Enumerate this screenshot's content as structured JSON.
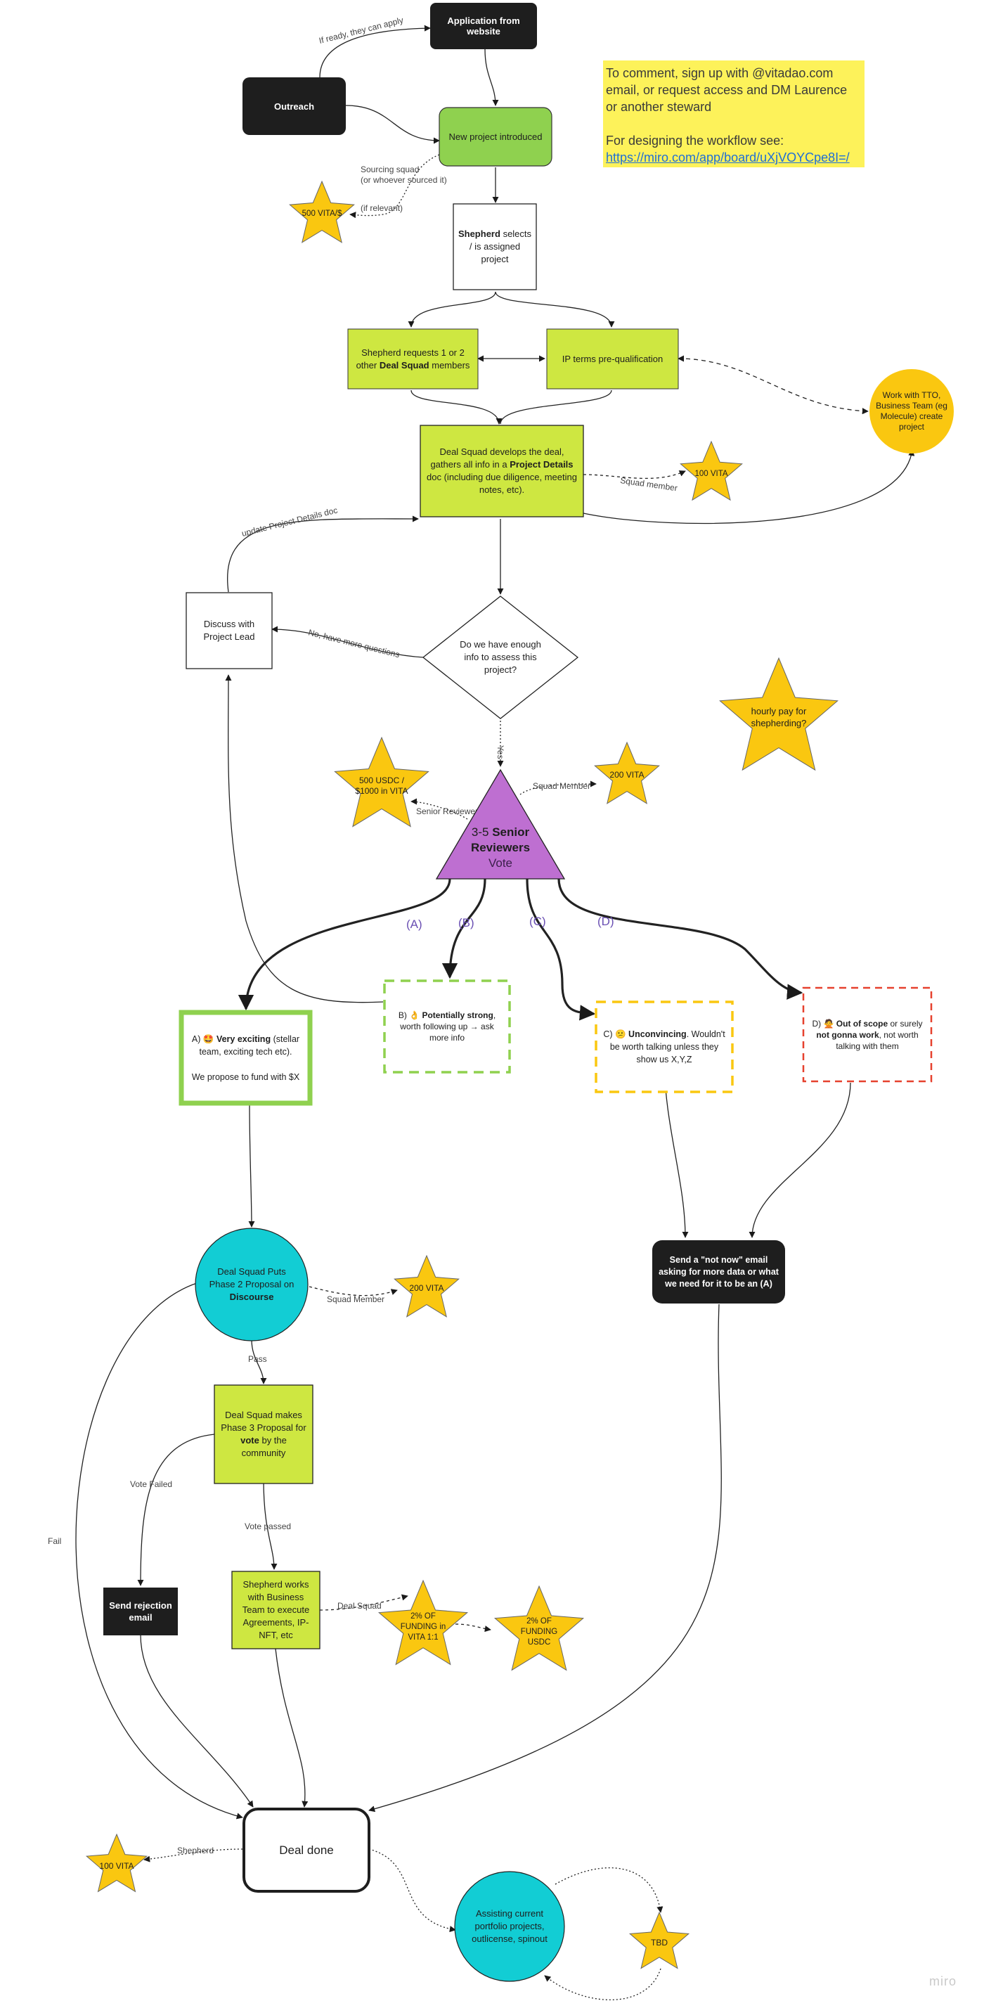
{
  "note": {
    "line1": "To comment, sign up with @vitadao.com email, or request access and DM Laurence or another steward",
    "line2_prefix": "For designing the workflow see:",
    "line2_link": "https://miro.com/app/board/uXjVOYCpe8I=/"
  },
  "nodes": {
    "application": "Application from website",
    "outreach": "Outreach",
    "new_project": "New project introduced",
    "shepherd_selects_bold": "Shepherd",
    "shepherd_selects_rest": "selects / is assigned project",
    "shepherd_requests_pre": "Shepherd requests 1 or 2 other",
    "shepherd_requests_bold": "Deal Squad",
    "shepherd_requests_post": "members",
    "ip_terms": "IP terms pre-qualification",
    "tto": "Work with TTO, Business Team (eg Molecule) create project",
    "tto_underlined": "Molecule",
    "deal_squad_develops_pre": "Deal Squad develops the deal, gathers all info in a",
    "deal_squad_develops_bold": "Project Details",
    "deal_squad_develops_post": "doc (including due diligence, meeting notes, etc).",
    "discuss": "Discuss with Project Lead",
    "enough_info": "Do we have enough info to assess this project?",
    "hourly_pay": "hourly pay for shepherding?",
    "senior_reviewers_pre": "3-5",
    "senior_reviewers_bold": "Senior Reviewers",
    "senior_reviewers_post": "Vote",
    "option_a_pre": "A) 🤩",
    "option_a_bold": "Very exciting",
    "option_a_post": "(stellar team, exciting tech etc).",
    "option_a_line2": "We propose to fund with $X",
    "option_b_pre": "B) 👌",
    "option_b_bold": "Potentially strong",
    "option_b_post": ", worth following up → ask more info",
    "option_c_pre": "C) 😕",
    "option_c_bold": "Unconvincing",
    "option_c_post": ". Wouldn't be worth talking unless they show us X,Y,Z",
    "option_d_pre": "D) 🙅",
    "option_d_bold1": "Out of scope",
    "option_d_mid": "or surely",
    "option_d_bold2": "not gonna work",
    "option_d_post": ", not worth talking with them",
    "not_now_email": "Send a \"not now\" email asking for more data or what we need for it to be an (A)",
    "phase2_pre": "Deal Squad Puts Phase 2 Proposal on",
    "phase2_bold": "Discourse",
    "phase3_pre": "Deal Squad makes Phase 3 Proposal for",
    "phase3_bold": "vote",
    "phase3_post": "by the community",
    "rejection": "Send rejection email",
    "shepherd_works": "Shepherd works with Business Team to execute Agreements, IP-NFT, etc",
    "deal_done": "Deal done",
    "assisting": "Assisting current portfolio projects, outlicense, spinout"
  },
  "stars": {
    "s500vita": "500 VITA/$",
    "s100vita_top": "100 VITA",
    "s500usdc": "500 USDC / $1000 in VITA",
    "s200vita_a": "200 VITA",
    "s200vita_b": "200 VITA",
    "s2pct_vita": "2% OF FUNDING in VITA 1:1",
    "s2pct_usdc": "2% OF FUNDING USDC",
    "s100vita_bottom": "100 VITA",
    "tbd": "TBD"
  },
  "edges": {
    "if_ready": "If ready, they can apply",
    "sourcing_squad": "Sourcing squad",
    "sourcing_squad2": "(or whoever sourced it)",
    "if_relevant": "(if relevant)",
    "squad_member_1": "Squad member",
    "update_doc": "update Project Details doc",
    "no_more_q": "No, have more questions",
    "yes": "Yes",
    "squad_member_2": "Squad Member",
    "senior_reviewer": "Senior Reviewer",
    "opt_a": "(A)",
    "opt_b": "(B)",
    "opt_c": "(C)",
    "opt_d": "(D)",
    "squad_member_3": "Squad Member",
    "pass": "Pass",
    "vote_failed": "Vote Failed",
    "vote_passed": "Vote passed",
    "fail": "Fail",
    "deal_squad": "Deal Squad",
    "shepherd": "Shepherd"
  },
  "watermark": "miro",
  "colors": {
    "black_node": "#1e1e1e",
    "green_node": "#8fd14f",
    "lime_node": "#cee741",
    "star_yellow": "#fac710",
    "purple": "#be6fd1",
    "cyan": "#12cdd4",
    "note_yellow": "#fdf25a",
    "tto_orange": "#fac710"
  }
}
